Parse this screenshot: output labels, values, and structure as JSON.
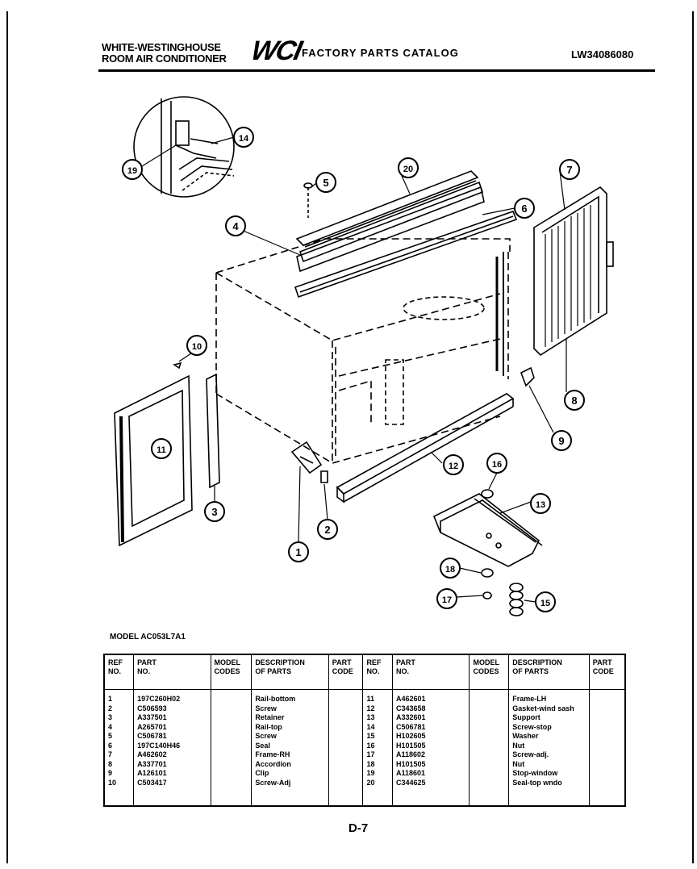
{
  "header": {
    "company_line1": "WHITE-WESTINGHOUSE",
    "company_line2": "ROOM AIR CONDITIONER",
    "logo": "WCI",
    "catalog_title": "FACTORY PARTS CATALOG",
    "catalog_code": "LW34086080"
  },
  "callouts": [
    {
      "id": "c1",
      "label": "1"
    },
    {
      "id": "c2",
      "label": "2"
    },
    {
      "id": "c3",
      "label": "3"
    },
    {
      "id": "c4",
      "label": "4"
    },
    {
      "id": "c5",
      "label": "5"
    },
    {
      "id": "c6",
      "label": "6"
    },
    {
      "id": "c7",
      "label": "7"
    },
    {
      "id": "c8",
      "label": "8"
    },
    {
      "id": "c9",
      "label": "9"
    },
    {
      "id": "c10",
      "label": "10"
    },
    {
      "id": "c11",
      "label": "11"
    },
    {
      "id": "c12",
      "label": "12"
    },
    {
      "id": "c13",
      "label": "13"
    },
    {
      "id": "c14",
      "label": "14"
    },
    {
      "id": "c15",
      "label": "15"
    },
    {
      "id": "c16",
      "label": "16"
    },
    {
      "id": "c17",
      "label": "17"
    },
    {
      "id": "c18",
      "label": "18"
    },
    {
      "id": "c19",
      "label": "19"
    },
    {
      "id": "c20",
      "label": "20"
    }
  ],
  "model_label": "MODEL AC053L7A1",
  "table": {
    "headers": {
      "ref_no": [
        "REF",
        "NO."
      ],
      "part_no": [
        "PART",
        "NO."
      ],
      "model_codes": [
        "MODEL",
        "CODES"
      ],
      "description": [
        "DESCRIPTION",
        "OF PARTS"
      ],
      "part_code": [
        "PART",
        "CODE"
      ]
    },
    "left_rows": [
      {
        "ref": "1",
        "part": "197C260H02",
        "desc": "Rail-bottom"
      },
      {
        "ref": "2",
        "part": "C506593",
        "desc": "Screw"
      },
      {
        "ref": "3",
        "part": "A337501",
        "desc": "Retainer"
      },
      {
        "ref": "4",
        "part": "A265701",
        "desc": "Rail-top"
      },
      {
        "ref": "5",
        "part": "C506781",
        "desc": "Screw"
      },
      {
        "ref": "6",
        "part": "197C140H46",
        "desc": "Seal"
      },
      {
        "ref": "7",
        "part": "A462602",
        "desc": "Frame-RH"
      },
      {
        "ref": "8",
        "part": "A337701",
        "desc": "Accordion"
      },
      {
        "ref": "9",
        "part": "A126101",
        "desc": "Clip"
      },
      {
        "ref": "10",
        "part": "C503417",
        "desc": "Screw-Adj"
      }
    ],
    "right_rows": [
      {
        "ref": "11",
        "part": "A462601",
        "desc": "Frame-LH"
      },
      {
        "ref": "12",
        "part": "C343658",
        "desc": "Gasket-wind sash"
      },
      {
        "ref": "13",
        "part": "A332601",
        "desc": "Support"
      },
      {
        "ref": "14",
        "part": "C506781",
        "desc": "Screw-stop"
      },
      {
        "ref": "15",
        "part": "H102605",
        "desc": "Washer"
      },
      {
        "ref": "16",
        "part": "H101505",
        "desc": "Nut"
      },
      {
        "ref": "17",
        "part": "A118602",
        "desc": "Screw-adj."
      },
      {
        "ref": "18",
        "part": "H101505",
        "desc": "Nut"
      },
      {
        "ref": "19",
        "part": "A118601",
        "desc": "Stop-window"
      },
      {
        "ref": "20",
        "part": "C344625",
        "desc": "Seal-top wndo"
      }
    ]
  },
  "page_number": "D-7"
}
